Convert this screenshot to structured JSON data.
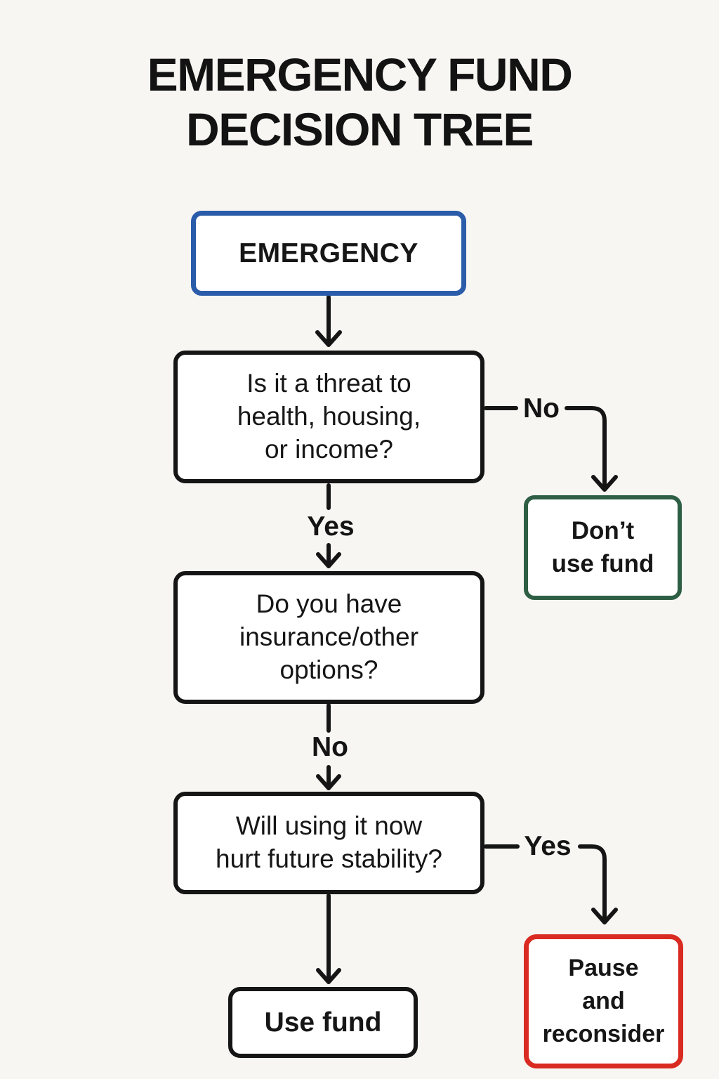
{
  "title": {
    "line1": "EMERGENCY FUND",
    "line2": "DECISION TREE"
  },
  "nodes": {
    "start": {
      "label": "EMERGENCY"
    },
    "q_threat": {
      "label": "Is it a threat to\nhealth, housing,\nor income?"
    },
    "q_insurance": {
      "label": "Do you have\ninsurance/other\noptions?"
    },
    "q_stability": {
      "label": "Will using it now\nhurt future stability?"
    },
    "dont_use": {
      "label": "Don’t\nuse fund"
    },
    "pause": {
      "label": "Pause\nand\nreconsider"
    },
    "use_fund": {
      "label": "Use fund"
    }
  },
  "edge_labels": {
    "threat_no": "No",
    "threat_yes": "Yes",
    "insurance_no": "No",
    "stability_yes": "Yes"
  },
  "colors": {
    "background": "#f7f6f3",
    "start_border": "#2a5caa",
    "question_border": "#151515",
    "dont_use_border": "#2e5f45",
    "pause_border": "#d92b21",
    "use_fund_border": "#151515",
    "line": "#151515",
    "text": "#161616"
  }
}
